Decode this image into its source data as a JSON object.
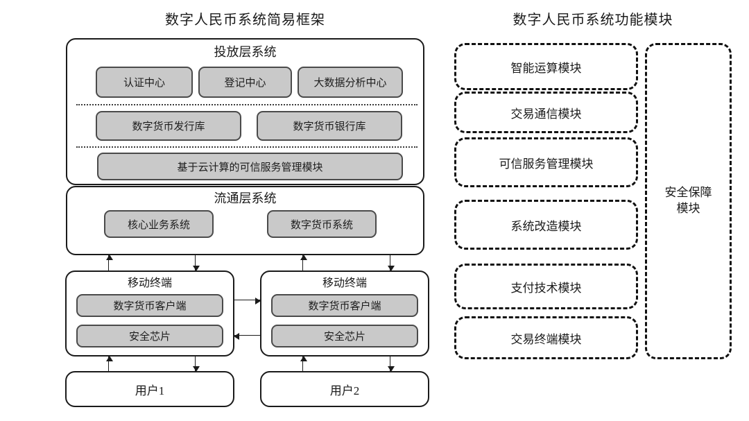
{
  "titles": {
    "left": "数字人民币系统简易框架",
    "right": "数字人民币系统功能模块"
  },
  "colors": {
    "box_fill_gray": "#c9c9c9",
    "outline": "#1a1a1a",
    "background": "#ffffff"
  },
  "left_diagram": {
    "issuance_layer": {
      "label": "投放层系统",
      "row1": [
        {
          "label": "认证中心"
        },
        {
          "label": "登记中心"
        },
        {
          "label": "大数据分析中心"
        }
      ],
      "row2": [
        {
          "label": "数字货币发行库"
        },
        {
          "label": "数字货币银行库"
        }
      ],
      "row3": [
        {
          "label": "基于云计算的可信服务管理模块"
        }
      ]
    },
    "circulation_layer": {
      "label": "流通层系统",
      "items": [
        {
          "label": "核心业务系统"
        },
        {
          "label": "数字货币系统"
        }
      ]
    },
    "terminals": [
      {
        "label": "移动终端",
        "items": [
          {
            "label": "数字货币客户端"
          },
          {
            "label": "安全芯片"
          }
        ]
      },
      {
        "label": "移动终端",
        "items": [
          {
            "label": "数字货币客户端"
          },
          {
            "label": "安全芯片"
          }
        ]
      }
    ],
    "users": [
      {
        "label": "用户1"
      },
      {
        "label": "用户2"
      }
    ]
  },
  "right_diagram": {
    "modules": [
      {
        "label": "智能运算模块"
      },
      {
        "label": "交易通信模块"
      },
      {
        "label": "可信服务管理模块"
      },
      {
        "label": "系统改造模块"
      },
      {
        "label": "支付技术模块"
      },
      {
        "label": "交易终端模块"
      }
    ],
    "security_module": {
      "label_line1": "安全保障",
      "label_line2": "模块"
    }
  }
}
